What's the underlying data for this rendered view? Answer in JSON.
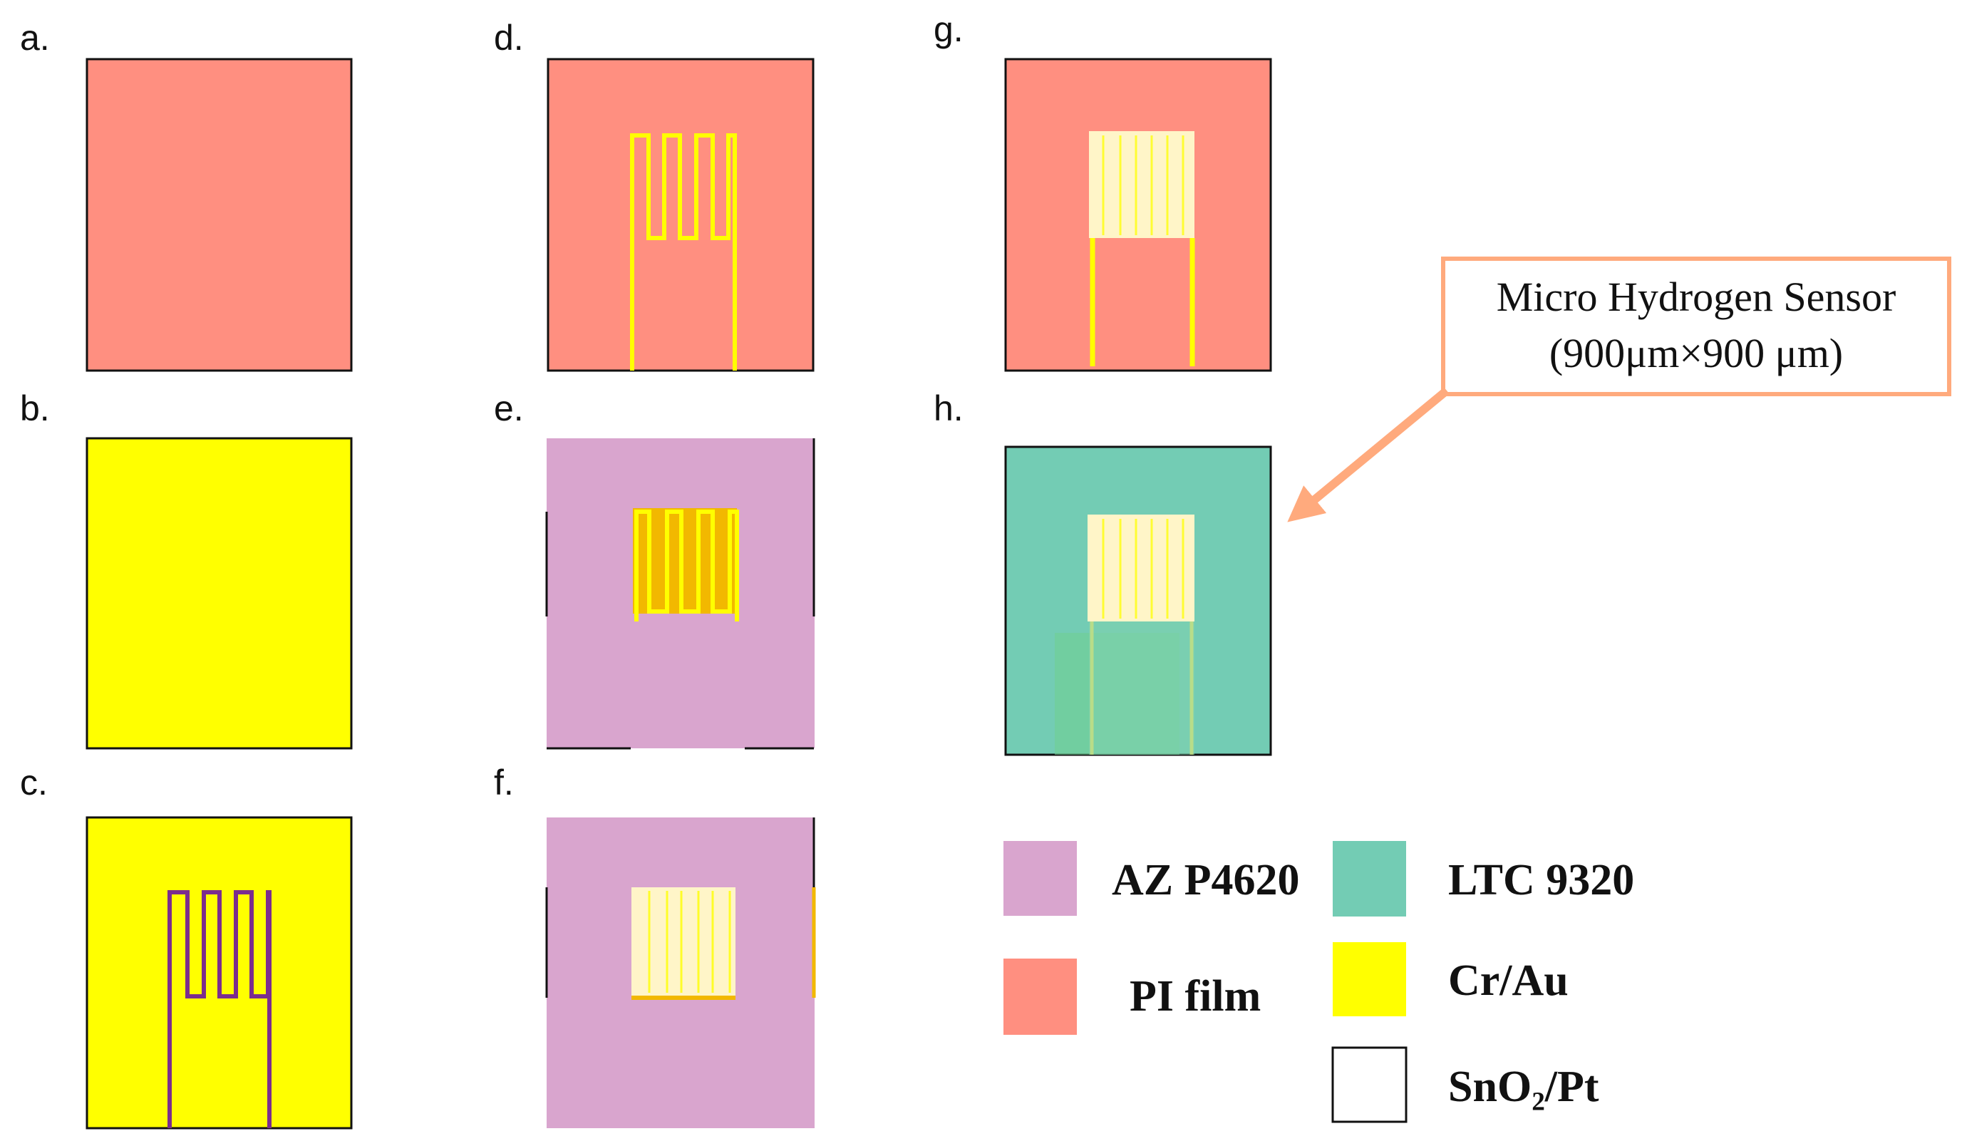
{
  "colors": {
    "pi_film": "#FF8F80",
    "cr_au": "#FFFF00",
    "az_p4620": "#D9A5CE",
    "ltc_9320": "#73CCB4",
    "sno2_pt": "#FFFFFF",
    "sno2_on_device": "#FFF5C8",
    "pattern_purple": "#7B2D8E",
    "pattern_gold": "#F2B800",
    "callout_orange": "#FFAA7D",
    "outline": "#111111"
  },
  "panels": [
    {
      "label": "a.",
      "layer": "pi"
    },
    {
      "label": "b.",
      "layer": "gold"
    },
    {
      "label": "c.",
      "layer": "gold-patterned"
    },
    {
      "label": "d.",
      "layer": "pi-electrode"
    },
    {
      "label": "e.",
      "layer": "az-opening"
    },
    {
      "label": "f.",
      "layer": "az-sno2"
    },
    {
      "label": "g.",
      "layer": "pi-sno2"
    },
    {
      "label": "h.",
      "layer": "ltc-final"
    }
  ],
  "callout": {
    "line1": "Micro Hydrogen Sensor",
    "line2": "(900μm×900 μm)"
  },
  "legend": [
    {
      "key": "az_p4620",
      "label": "AZ P4620"
    },
    {
      "key": "pi_film",
      "label": "PI film"
    },
    {
      "key": "ltc_9320",
      "label": "LTC 9320"
    },
    {
      "key": "cr_au",
      "label": "Cr/Au"
    },
    {
      "key": "sno2_pt",
      "label": "SnO₂/Pt"
    }
  ]
}
